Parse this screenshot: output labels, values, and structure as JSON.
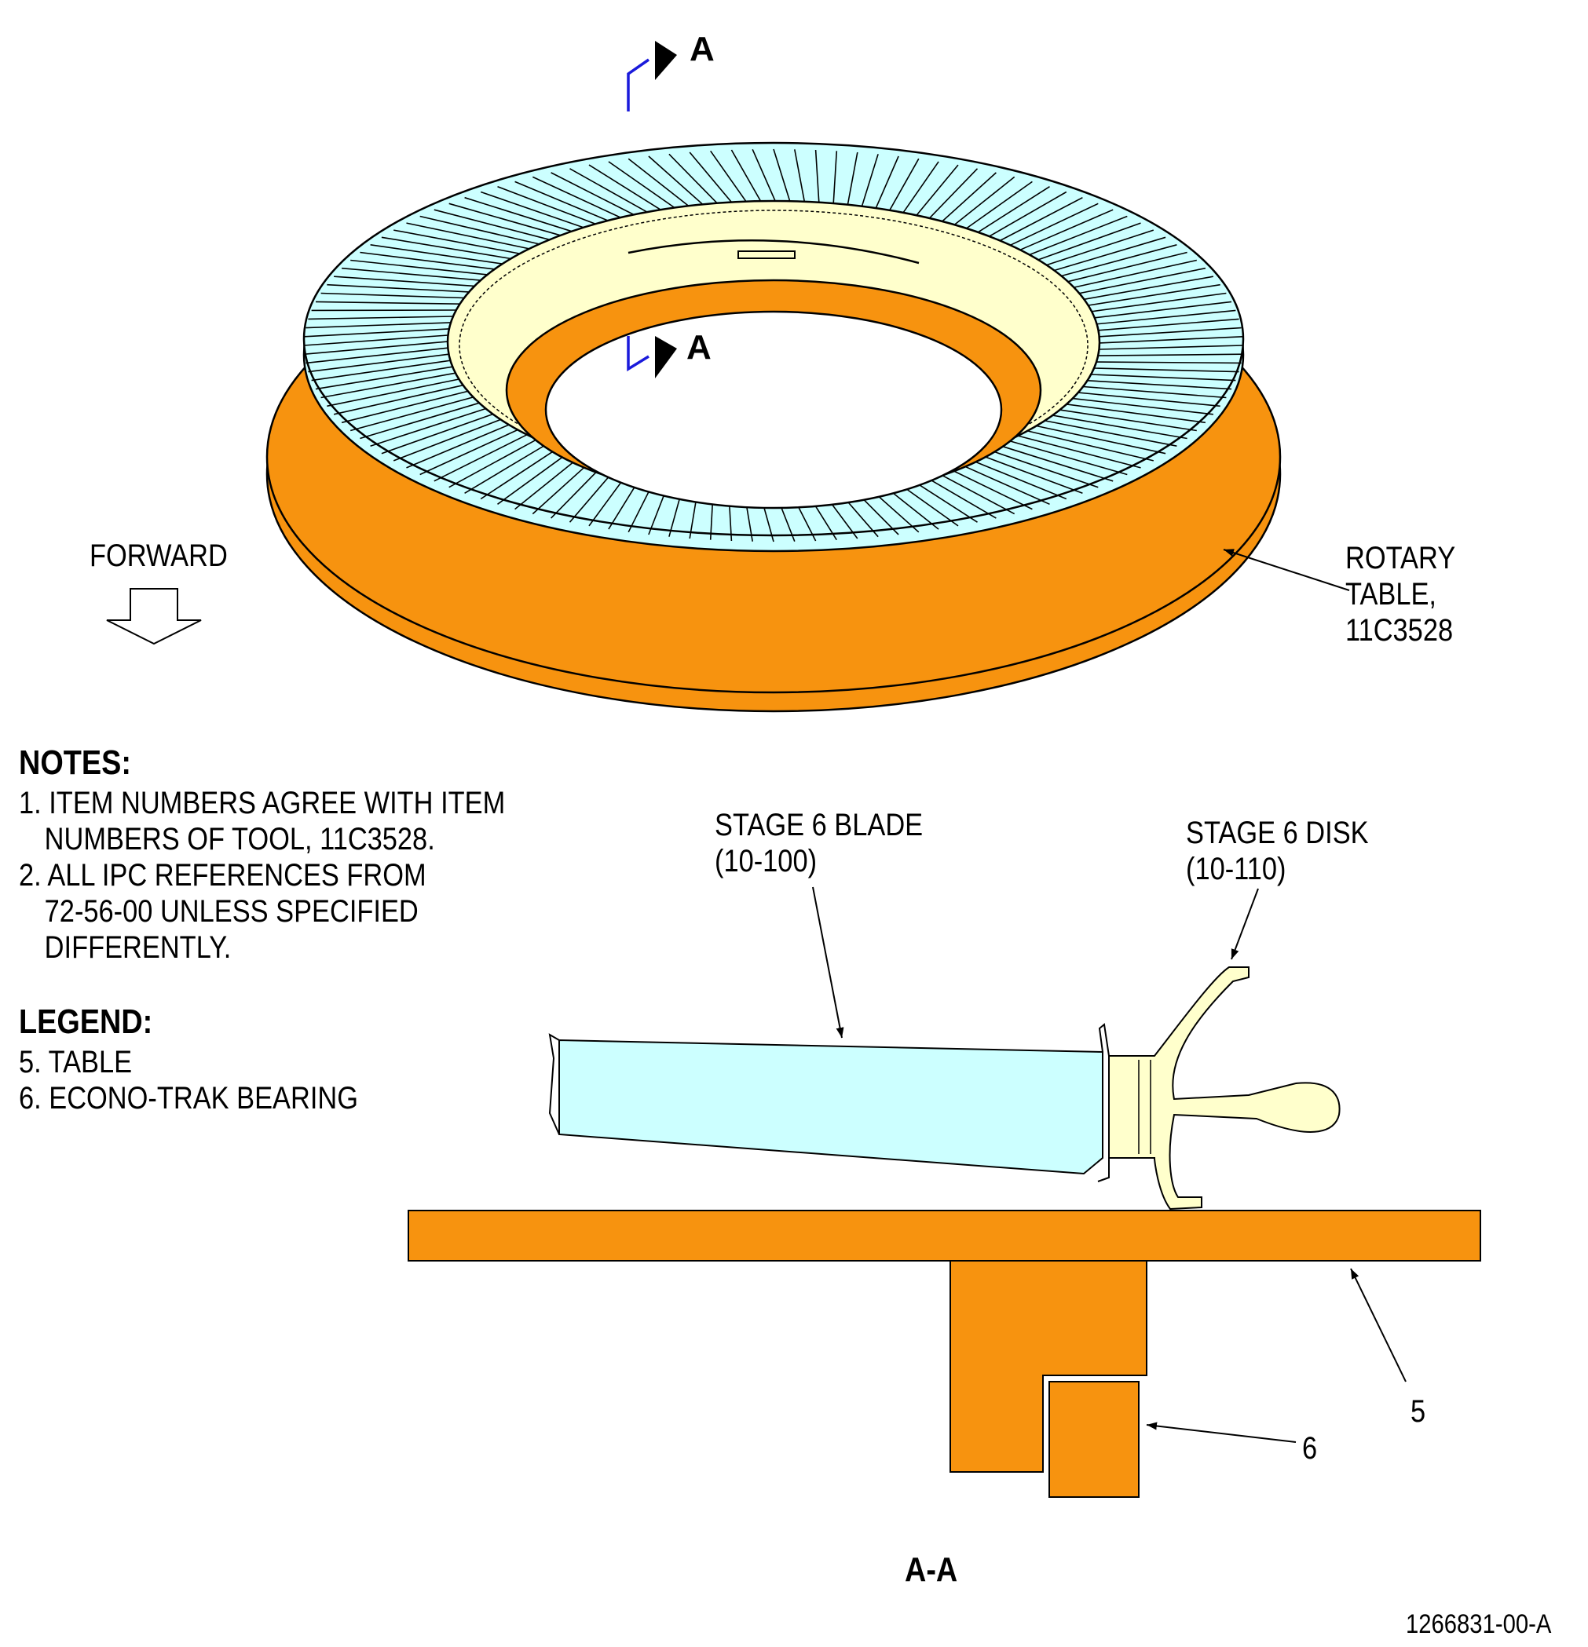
{
  "section_markers": {
    "upper": "A",
    "lower": "A"
  },
  "labels": {
    "forward": "FORWARD",
    "rotary_table": [
      "ROTARY",
      "TABLE,",
      "11C3528"
    ],
    "stage6_blade": [
      "STAGE 6 BLADE",
      "(10-100)"
    ],
    "stage6_disk": [
      "STAGE 6 DISK",
      "(10-110)"
    ],
    "callout_5": "5",
    "callout_6": "6",
    "section_title": "A-A",
    "figure_id": "1266831-00-A"
  },
  "notes": {
    "heading": "NOTES:",
    "items": [
      [
        "1. ITEM NUMBERS AGREE WITH ITEM",
        "NUMBERS OF TOOL, 11C3528."
      ],
      [
        "2. ALL IPC REFERENCES FROM",
        " 72-56-00 UNLESS SPECIFIED",
        "DIFFERENTLY."
      ]
    ]
  },
  "legend": {
    "heading": "LEGEND:",
    "items": [
      "5. TABLE",
      "6. ECONO-TRAK BEARING"
    ]
  },
  "colors": {
    "table_orange": "#F7930F",
    "blade_cyan": "#CCFFFF",
    "disk_cream": "#FFFFCC",
    "section_line_blue": "#1a1adb"
  }
}
